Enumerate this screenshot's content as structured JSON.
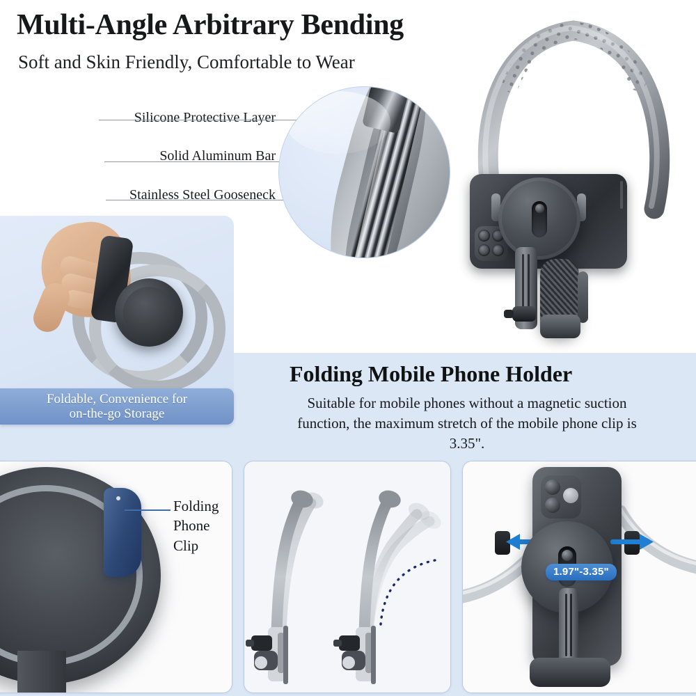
{
  "header": {
    "title": "Multi-Angle Arbitrary Bending",
    "subtitle": "Soft and Skin Friendly, Comfortable to Wear"
  },
  "callouts": [
    {
      "label": "Silicone Protective Layer"
    },
    {
      "label": "Solid Aluminum Bar"
    },
    {
      "label": "Stainless Steel Gooseneck"
    }
  ],
  "storage_panel": {
    "caption_line1": "Foldable, Convenience for",
    "caption_line2": "on-the-go Storage"
  },
  "holder_section": {
    "title": "Folding Mobile Phone Holder",
    "body": "Suitable for mobile phones without a magnetic suction function, the maximum stretch of the mobile phone clip is 3.35\"."
  },
  "clip_panel": {
    "label_line1": "Folding",
    "label_line2": "Phone",
    "label_line3": "Clip"
  },
  "clamp_panel": {
    "size_badge": "1.97\"-3.35\""
  },
  "colors": {
    "band_blue": "#dce7f5",
    "panel_blue": "#d4e1f3",
    "banner_blue": "#7f9fd0",
    "accent_blue": "#2a6fbd",
    "leader_gray": "#8e97a8",
    "text_dark": "#16181a"
  }
}
